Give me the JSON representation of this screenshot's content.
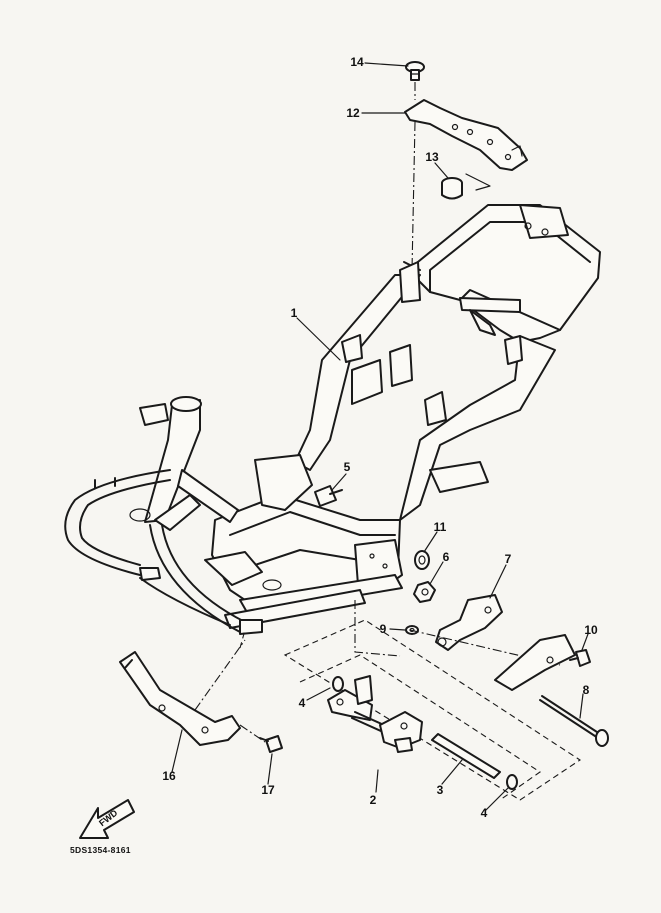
{
  "diagram": {
    "callouts": [
      "14",
      "12",
      "13",
      "1",
      "5",
      "11",
      "6",
      "7",
      "9",
      "10",
      "8",
      "4",
      "2",
      "3",
      "4",
      "16",
      "17"
    ],
    "direction_marker": "FWD",
    "reference_code": "5DS1354-8161"
  }
}
